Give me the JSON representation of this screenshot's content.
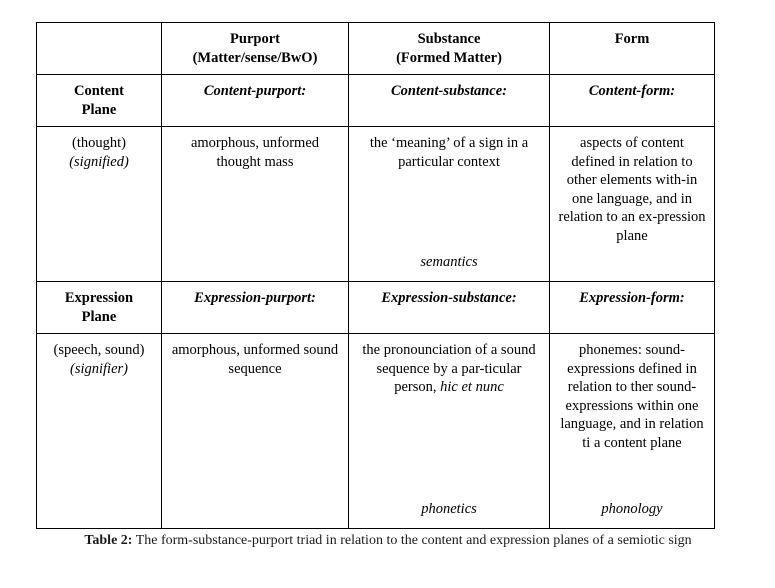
{
  "table": {
    "corner_cell": "",
    "column_headers": [
      {
        "line1": "Purport",
        "line2": "(Matter/sense/BwO)"
      },
      {
        "line1": "Substance",
        "line2": "(Formed Matter)"
      },
      {
        "line1": "Form",
        "line2": ""
      }
    ],
    "planes": [
      {
        "label_line1": "Content",
        "label_line2": "Plane",
        "subheaders": [
          "Content-purport:",
          "Content-substance:",
          "Content-form:"
        ],
        "row_label_line1": "(thought)",
        "row_label_line2": "(signified)",
        "cells": [
          {
            "text": "amorphous, unformed thought mass",
            "footer": ""
          },
          {
            "text": "the ‘meaning’ of a sign in a particular context",
            "footer": "semantics"
          },
          {
            "text": "aspects of content defined in relation to other elements with-in one language, and in relation to an ex-pression plane",
            "footer": ""
          }
        ]
      },
      {
        "label_line1": "Expression",
        "label_line2": "Plane",
        "subheaders": [
          "Expression-purport:",
          "Expression-substance:",
          "Expression-form:"
        ],
        "row_label_line1": "(speech, sound)",
        "row_label_line2": "(signifier)",
        "cells": [
          {
            "text": "amorphous, unformed sound sequence",
            "footer": ""
          },
          {
            "text": "the pronounciation of a sound sequence by a par-ticular person, hic et nunc",
            "footer": "phonetics"
          },
          {
            "text": "phonemes: sound-expressions defined in relation to ther sound-expressions within one language, and in relation ti a content plane",
            "footer": "phonology"
          }
        ]
      }
    ]
  },
  "caption": {
    "label": "Table 2:",
    "text": " The form-substance-purport triad in relation to the content and expression planes of a semiotic sign"
  }
}
